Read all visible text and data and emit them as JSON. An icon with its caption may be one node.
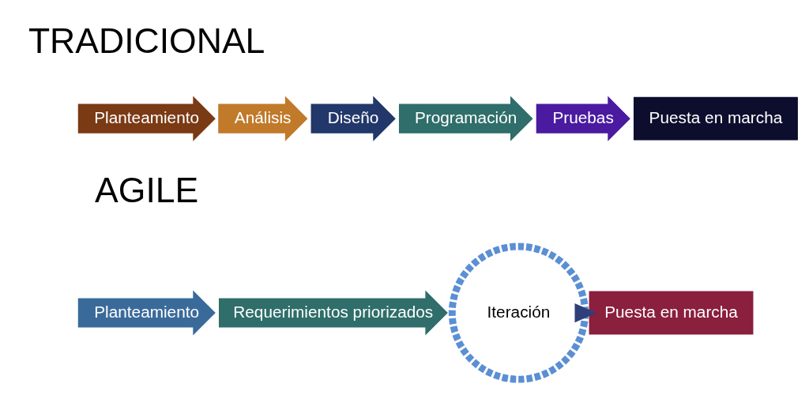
{
  "diagram": {
    "nodes": [
      {
        "text": [
          "Planteamiento"
        ]
      },
      {
        "text": [
          "Análisis"
        ]
      },
      {
        "text": [
          "Diseño"
        ]
      },
      {
        "text": [
          "Programación"
        ]
      },
      {
        "text": [
          "Pruebas"
        ]
      },
      {
        "text": [
          "Puesta en marcha"
        ]
      },
      {
        "text": [
          "Planteamiento"
        ]
      },
      {
        "text": [
          "Requerimientos priorizados"
        ]
      },
      {
        "text": [
          "Iteración"
        ]
      },
      {
        "text": [
          "Puesta en marcha"
        ]
      }
    ],
    "edges": [
      {
        "from": 8,
        "to": 9,
        "arrow": "to",
        "style": "thick",
        "color": "#2f3f7a"
      }
    ],
    "labels": [
      "TRADICIONAL",
      "AGILE"
    ]
  }
}
